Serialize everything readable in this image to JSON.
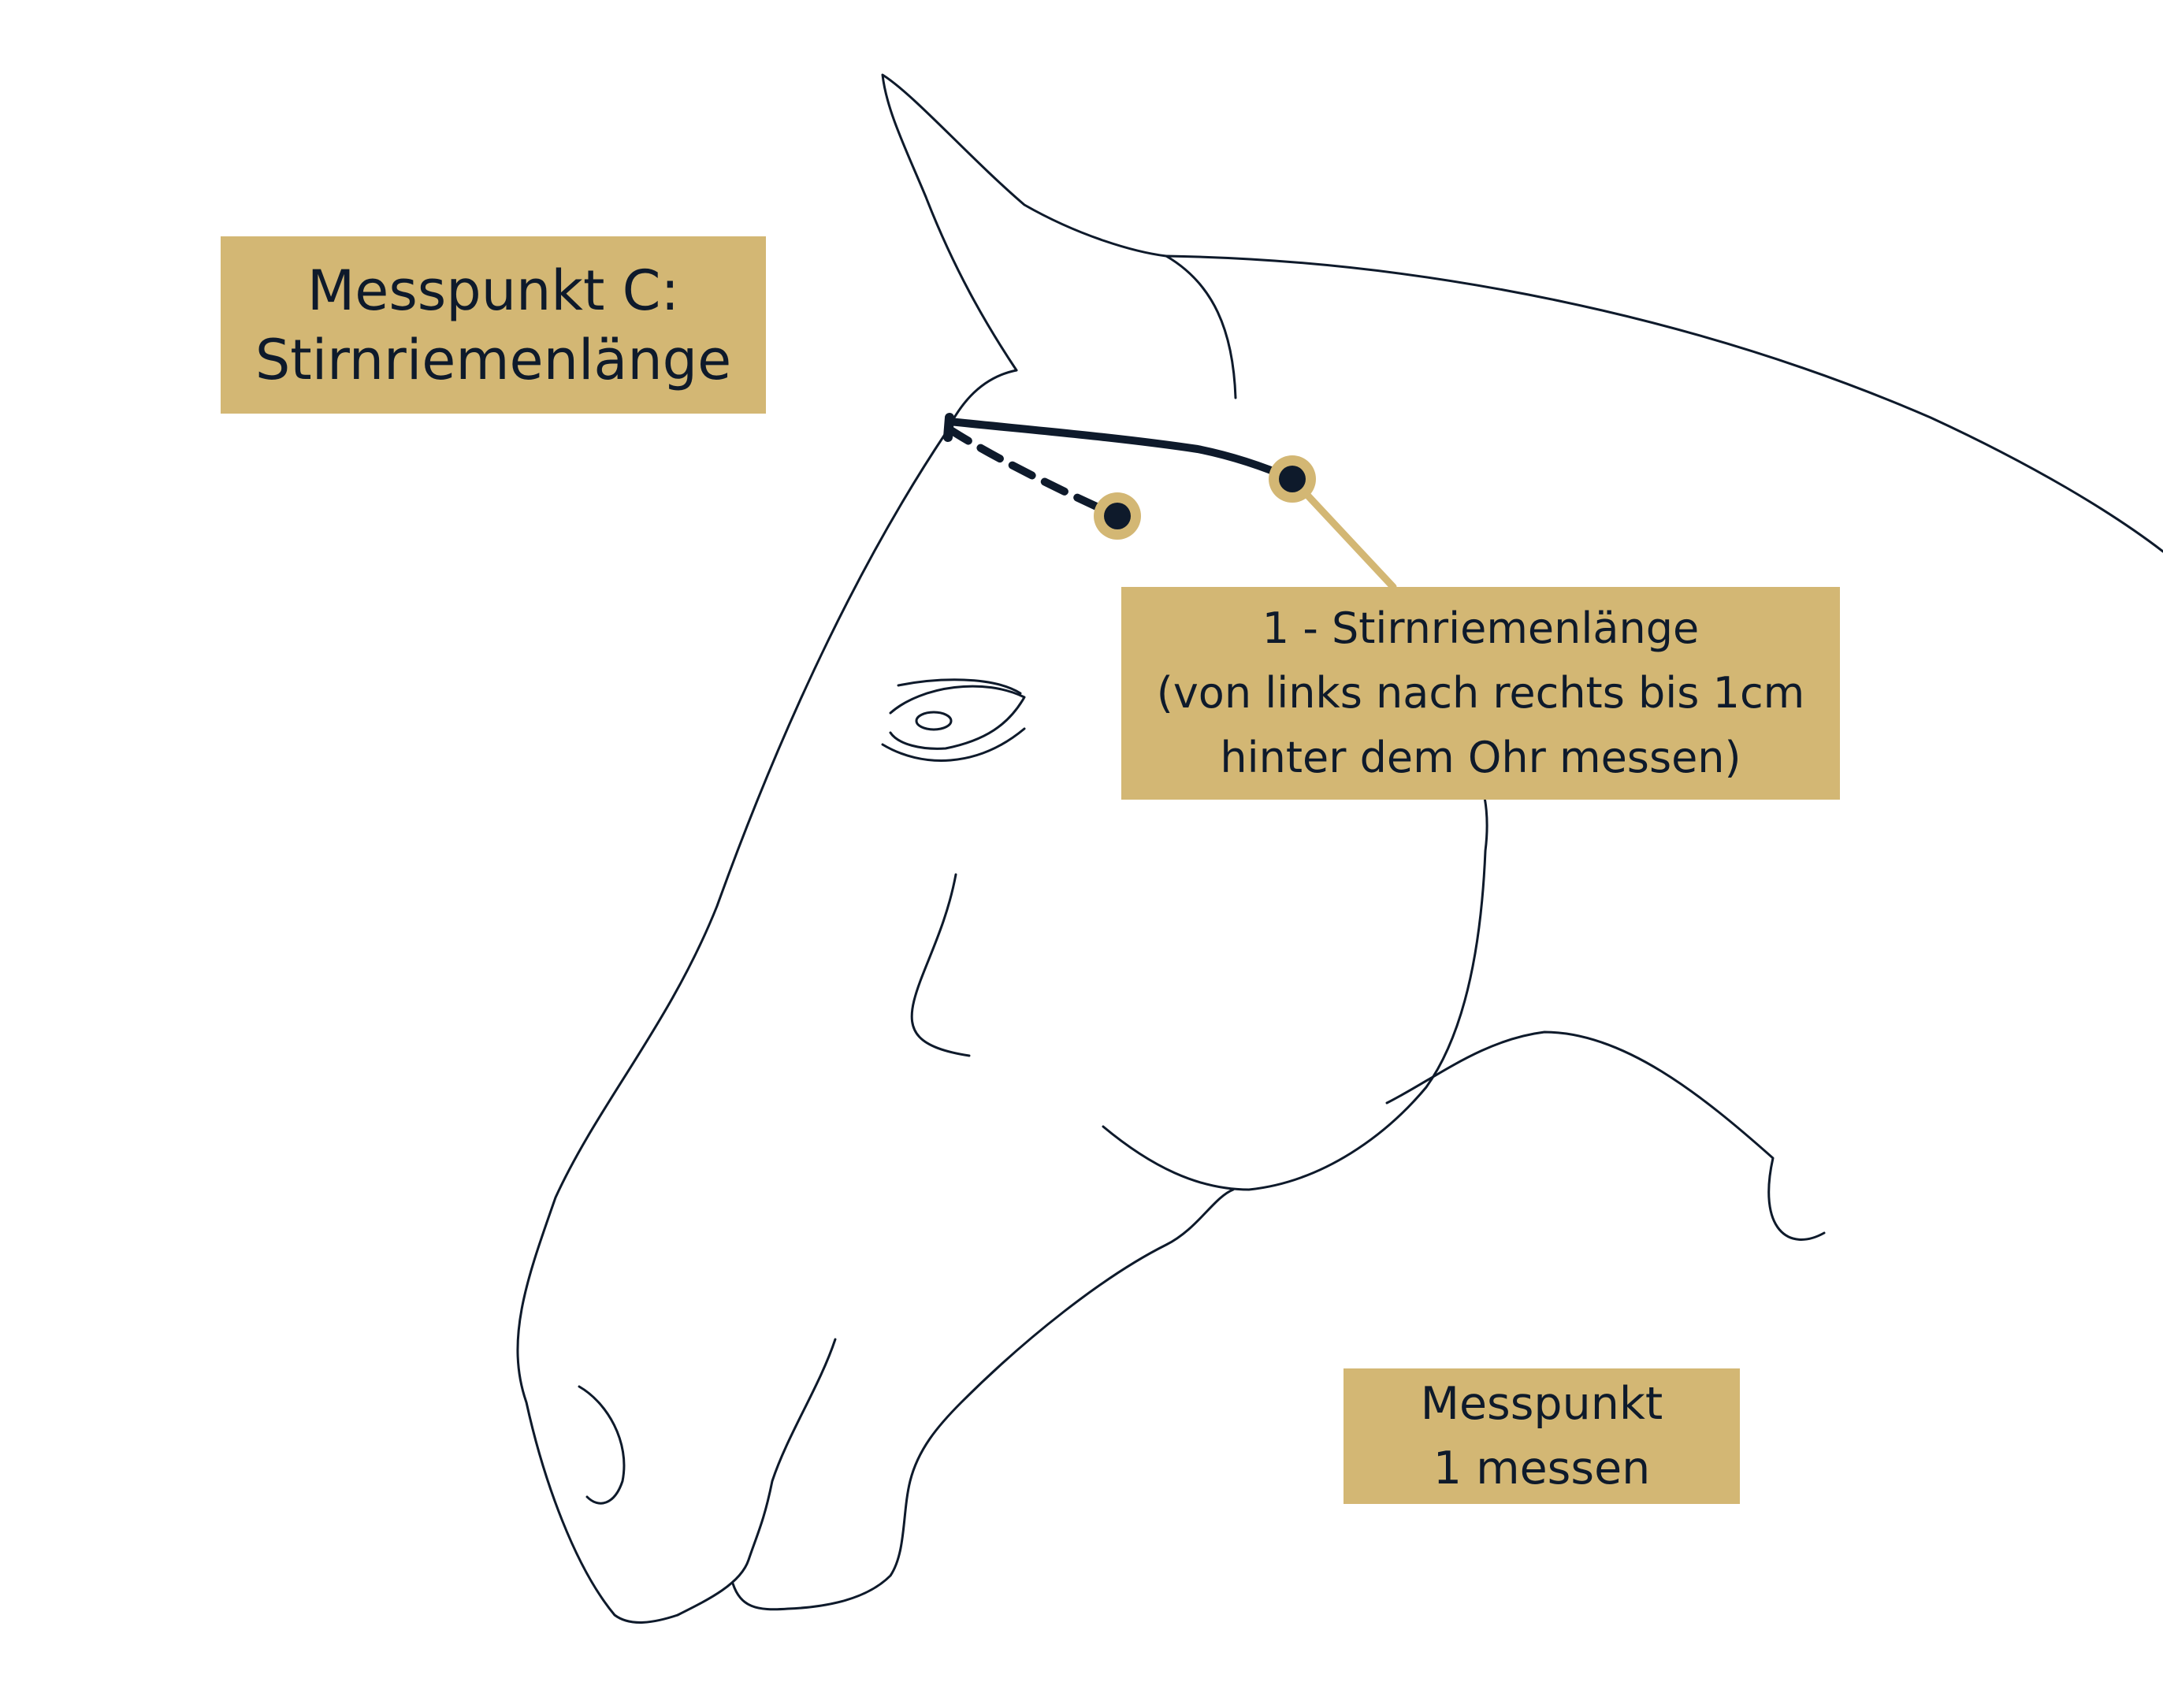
{
  "colors": {
    "background": "#ffffff",
    "label_fill": "#d3b774",
    "text": "#0e1a2b",
    "outline": "#0e1a2b",
    "strap": "#0e1a2b",
    "marker_ring": "#d3b774"
  },
  "title": {
    "line1": "Messpunkt C:",
    "line2": "Stirnriemenlänge"
  },
  "callout": {
    "line1": "1 - Stirnriemenlänge",
    "line2": "(von links nach rechts bis 1cm",
    "line3": "hinter dem Ohr messen)"
  },
  "note": {
    "line1": "Messpunkt",
    "line2": "1 messen"
  },
  "icons": {
    "illustration": "horse-head-outline-icon",
    "marker": "measurement-point-icon"
  }
}
